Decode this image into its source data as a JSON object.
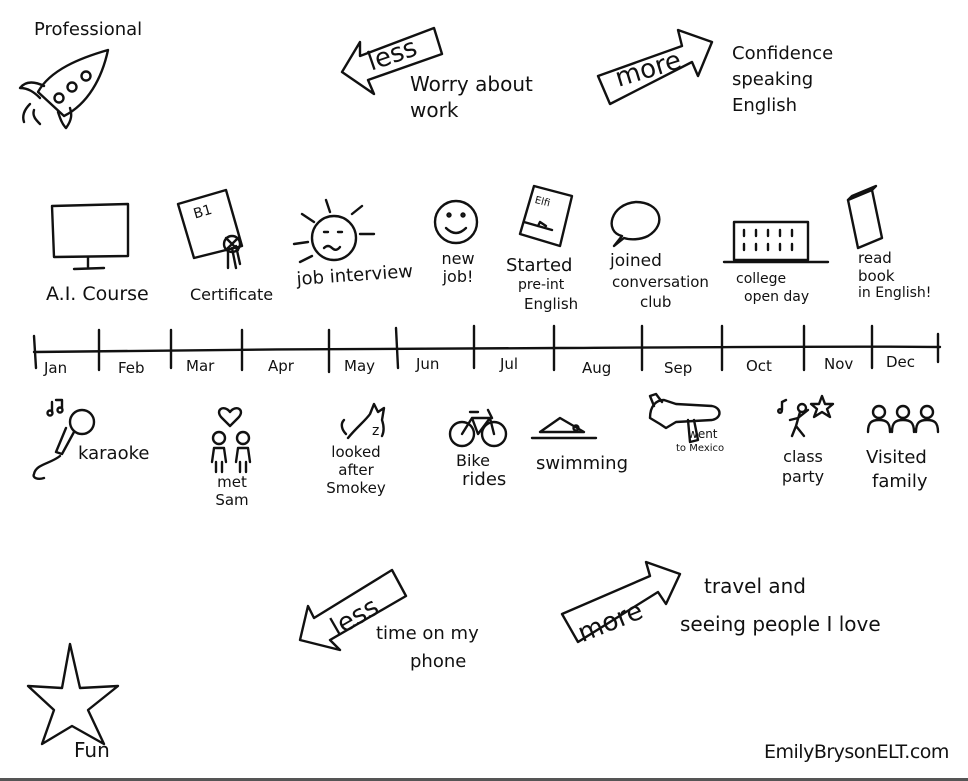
{
  "corners": {
    "professional": "Professional",
    "fun": "Fun"
  },
  "arrows": {
    "top_less": {
      "word": "less",
      "caption": [
        "Worry about",
        "work"
      ]
    },
    "top_more": {
      "word": "more",
      "caption": [
        "Confidence",
        "speaking",
        "English"
      ]
    },
    "bottom_less": {
      "word": "less",
      "caption": [
        "time on my",
        "phone"
      ]
    },
    "bottom_more": {
      "word": "more",
      "caption": [
        "travel and",
        "seeing people I love"
      ]
    }
  },
  "months": [
    "Jan",
    "Feb",
    "Mar",
    "Apr",
    "May",
    "Jun",
    "Jul",
    "Aug",
    "Sep",
    "Oct",
    "Nov",
    "Dec"
  ],
  "professional_events": [
    {
      "label": [
        "A.I. Course"
      ],
      "icon": "monitor-icon"
    },
    {
      "label": [
        "Certificate"
      ],
      "icon": "certificate-icon",
      "badge": "B1"
    },
    {
      "label": [
        "job interview"
      ],
      "icon": "nervous-face-icon"
    },
    {
      "label": [
        "new",
        "job!"
      ],
      "icon": "smiley-icon"
    },
    {
      "label": [
        "Started",
        "pre-int",
        "English"
      ],
      "icon": "book-icon",
      "badge": "Elfi"
    },
    {
      "label": [
        "joined",
        "conversation",
        "club"
      ],
      "icon": "speech-bubble-icon"
    },
    {
      "label": [
        "college",
        "open day"
      ],
      "icon": "college-building-icon"
    },
    {
      "label": [
        "read",
        "book",
        "in English!"
      ],
      "icon": "paperback-icon"
    }
  ],
  "fun_events": [
    {
      "label": [
        "karaoke"
      ],
      "icon": "microphone-icon"
    },
    {
      "label": [
        "met",
        "Sam"
      ],
      "icon": "couple-heart-icon"
    },
    {
      "label": [
        "looked",
        "after",
        "Smokey"
      ],
      "icon": "cat-icon",
      "badge": "z"
    },
    {
      "label": [
        "Bike",
        "rides"
      ],
      "icon": "bicycle-icon"
    },
    {
      "label": [
        "swimming"
      ],
      "icon": "swimmer-icon"
    },
    {
      "label": [
        "went",
        "to Mexico"
      ],
      "icon": "airplane-icon"
    },
    {
      "label": [
        "class",
        "party"
      ],
      "icon": "party-person-icon"
    },
    {
      "label": [
        "Visited",
        "family"
      ],
      "icon": "family-icon"
    }
  ],
  "credit": "EmilyBrysonELT.com"
}
